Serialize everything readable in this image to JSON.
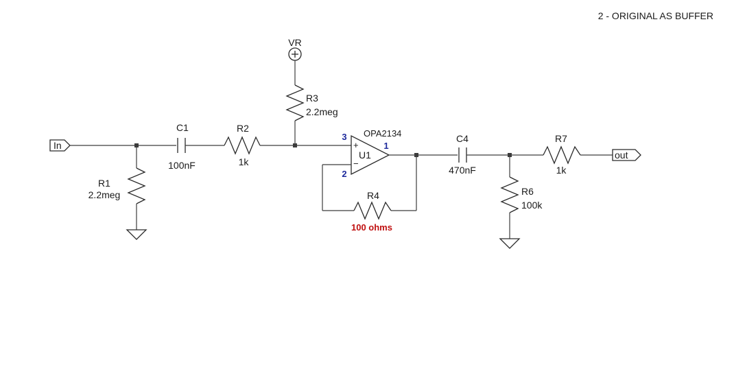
{
  "title": "2  -  ORIGINAL AS BUFFER",
  "ports": {
    "in": "In",
    "out": "out"
  },
  "supply": {
    "name": "VR"
  },
  "components": {
    "c1": {
      "ref": "C1",
      "value": "100nF"
    },
    "r2": {
      "ref": "R2",
      "value": "1k"
    },
    "r1": {
      "ref": "R1",
      "value": "2.2meg"
    },
    "r3": {
      "ref": "R3",
      "value": "2.2meg"
    },
    "u1": {
      "ref": "U1",
      "part": "OPA2134",
      "pin_noninv": "3",
      "pin_inv": "2",
      "pin_out": "1",
      "plus": "+",
      "minus": "−"
    },
    "r4": {
      "ref": "R4",
      "value": "100 ohms"
    },
    "c4": {
      "ref": "C4",
      "value": "470nF"
    },
    "r6": {
      "ref": "R6",
      "value": "100k"
    },
    "r7": {
      "ref": "R7",
      "value": "1k"
    }
  },
  "colors": {
    "pin_numbers": "#1e2a9c",
    "highlight_value": "#c01010"
  }
}
